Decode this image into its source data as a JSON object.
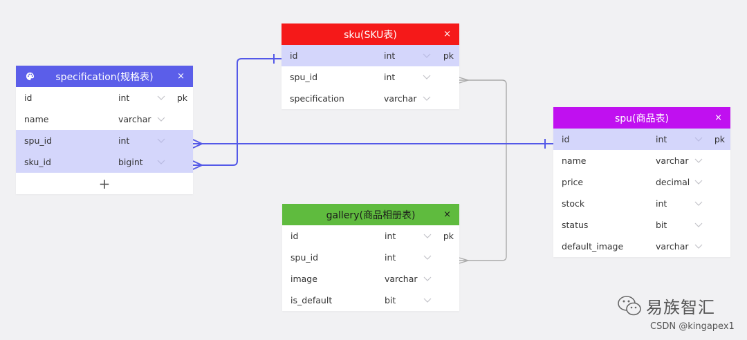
{
  "colors": {
    "specification": "#5b5ee9",
    "sku": "#f51919",
    "spu": "#c010f0",
    "gallery": "#5fbb3e",
    "highlight_row": "#d4d6fb",
    "link_strong": "#5459e8",
    "link_weak": "#aaaaaa"
  },
  "tables": {
    "specification": {
      "title": "specification(规格表)",
      "close": "×",
      "icon": "palette-icon",
      "add": "+",
      "fields": [
        {
          "name": "id",
          "type": "int",
          "pk": "pk"
        },
        {
          "name": "name",
          "type": "varchar",
          "pk": ""
        },
        {
          "name": "spu_id",
          "type": "int",
          "pk": ""
        },
        {
          "name": "sku_id",
          "type": "bigint",
          "pk": ""
        }
      ]
    },
    "sku": {
      "title": "sku(SKU表)",
      "close": "×",
      "fields": [
        {
          "name": "id",
          "type": "int",
          "pk": "pk"
        },
        {
          "name": "spu_id",
          "type": "int",
          "pk": ""
        },
        {
          "name": "specification",
          "type": "varchar",
          "pk": ""
        }
      ]
    },
    "spu": {
      "title": "spu(商品表)",
      "close": "×",
      "fields": [
        {
          "name": "id",
          "type": "int",
          "pk": "pk"
        },
        {
          "name": "name",
          "type": "varchar",
          "pk": ""
        },
        {
          "name": "price",
          "type": "decimal",
          "pk": ""
        },
        {
          "name": "stock",
          "type": "int",
          "pk": ""
        },
        {
          "name": "status",
          "type": "bit",
          "pk": ""
        },
        {
          "name": "default_image",
          "type": "varchar",
          "pk": ""
        }
      ]
    },
    "gallery": {
      "title": "gallery(商品相册表)",
      "close": "×",
      "fields": [
        {
          "name": "id",
          "type": "int",
          "pk": "pk"
        },
        {
          "name": "spu_id",
          "type": "int",
          "pk": ""
        },
        {
          "name": "image",
          "type": "varchar",
          "pk": ""
        },
        {
          "name": "is_default",
          "type": "bit",
          "pk": ""
        }
      ]
    }
  },
  "watermark": {
    "name": "易族智汇",
    "source": "CSDN @kingapex1"
  }
}
